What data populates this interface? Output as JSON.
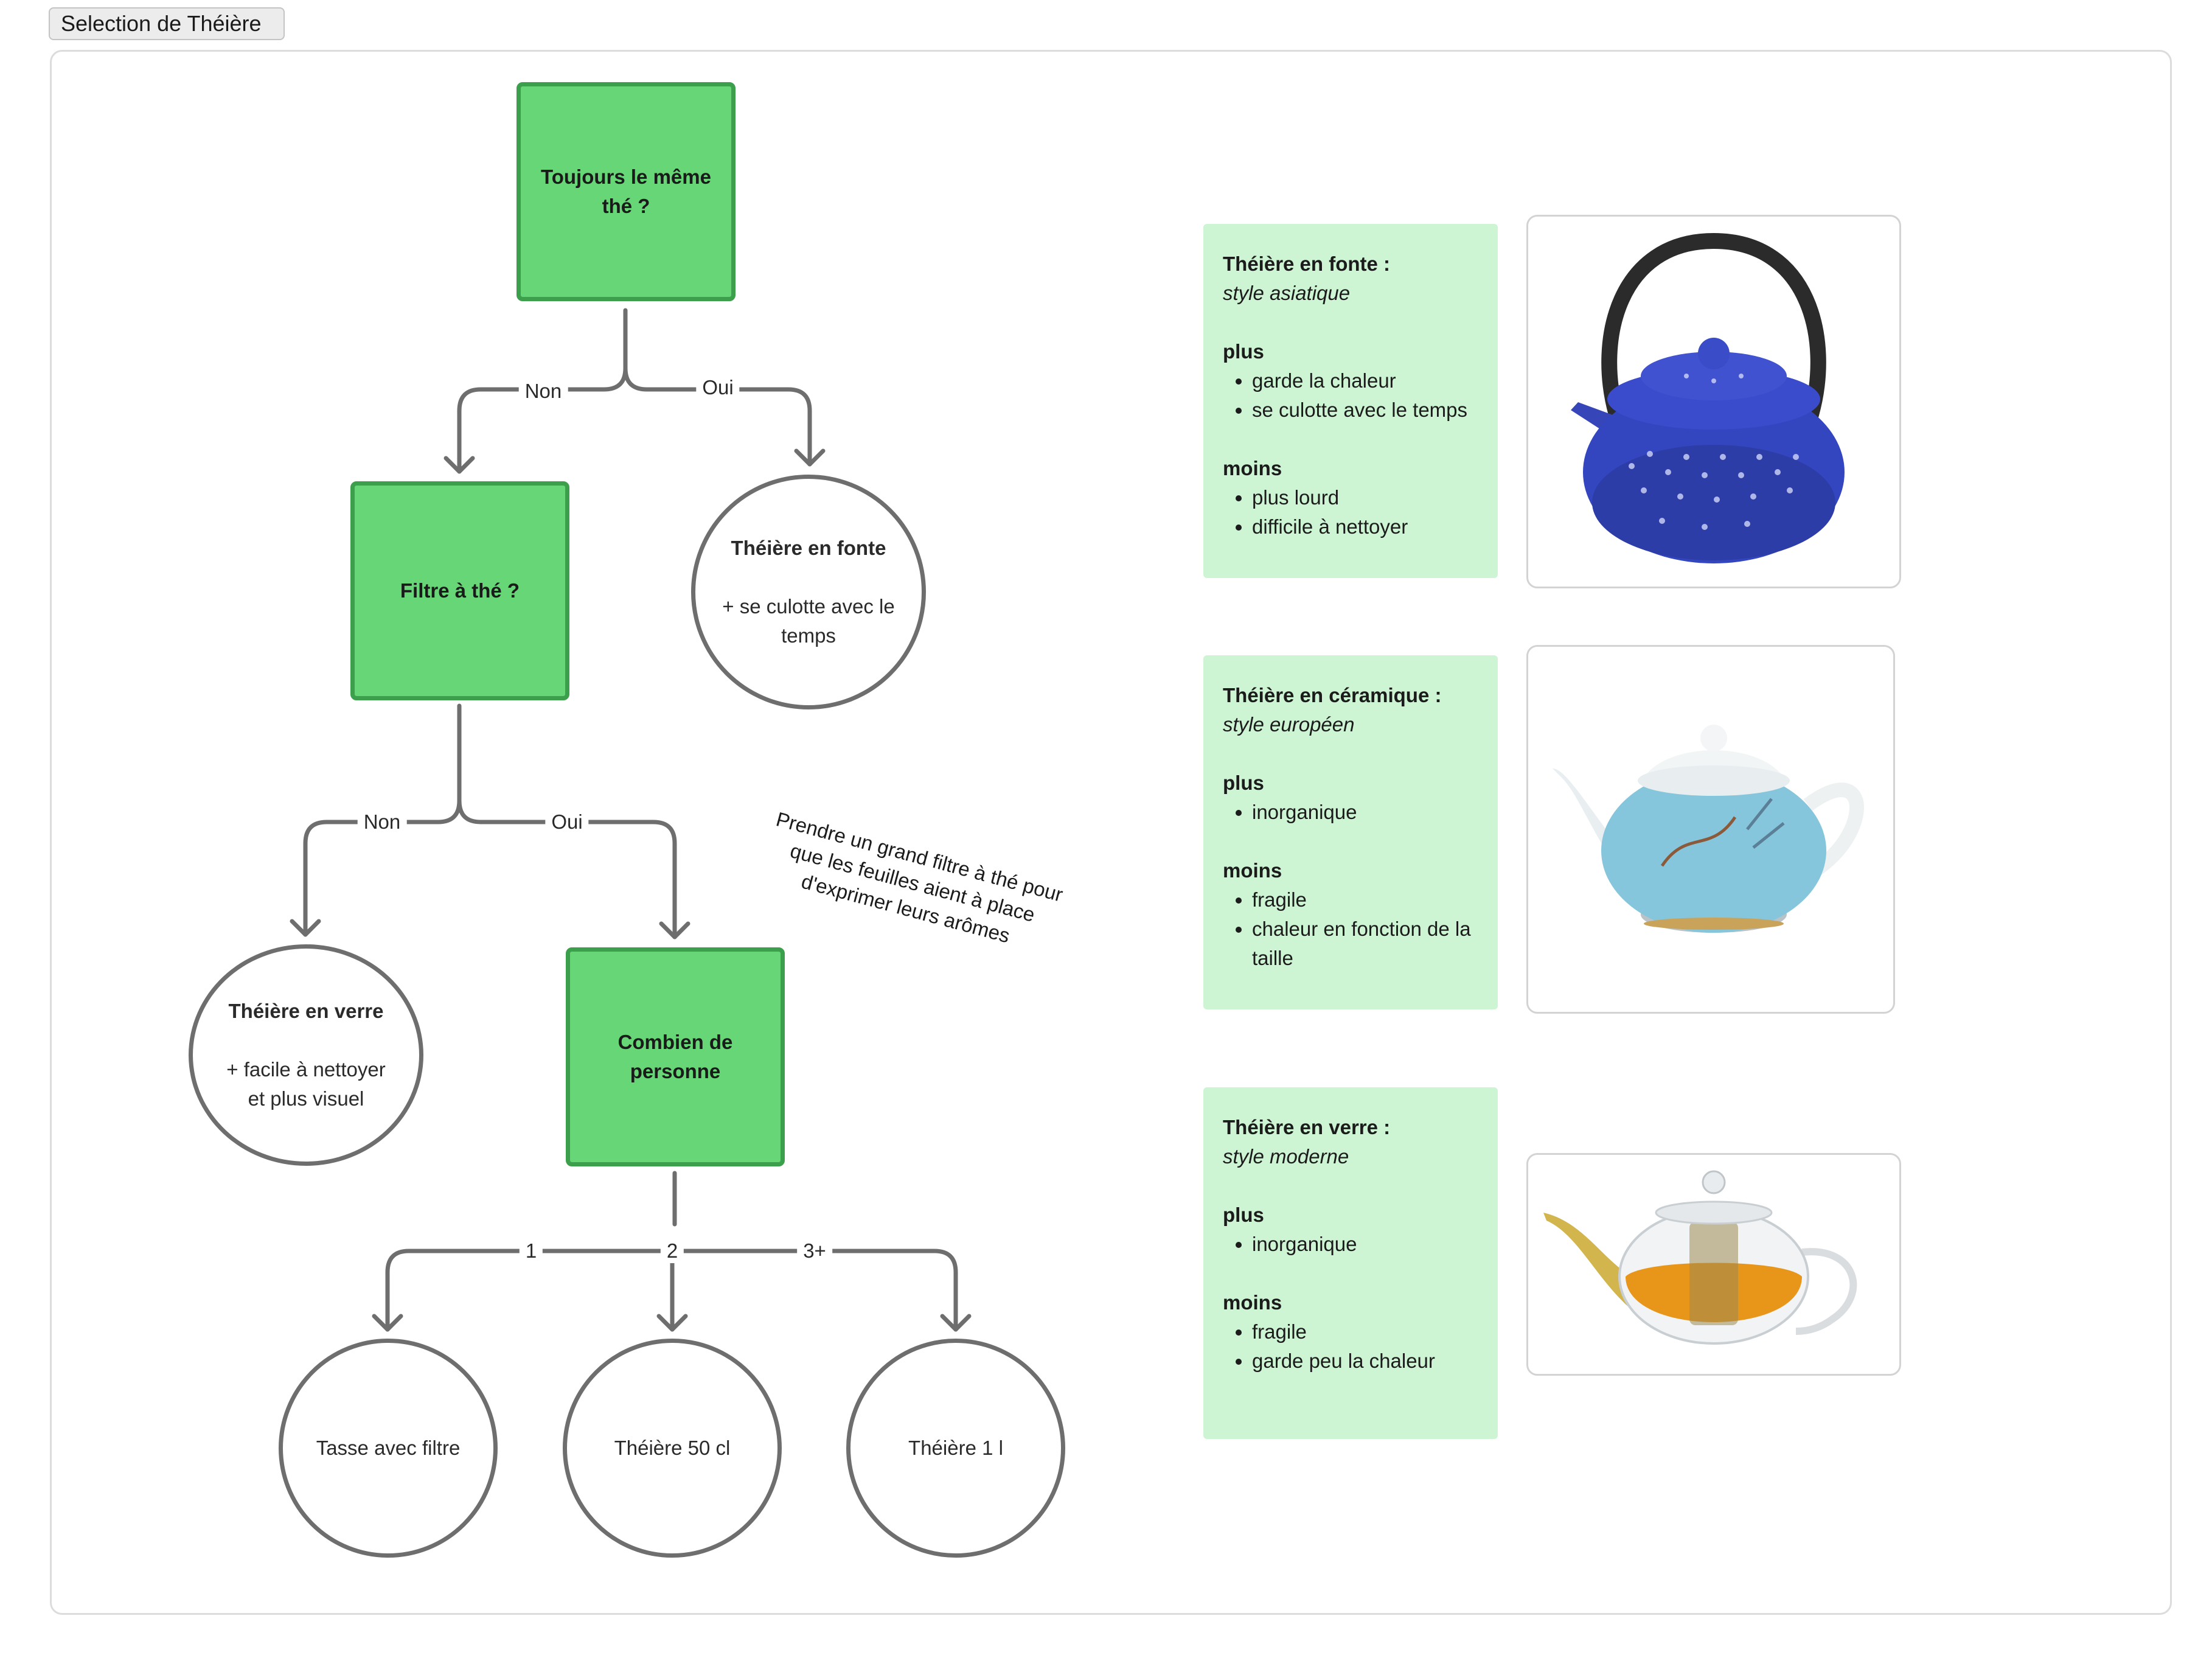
{
  "frame": {
    "title": "Selection de Théière"
  },
  "flow": {
    "q1": "Toujours le même thé ?",
    "q2": "Filtre à thé ?",
    "q3": "Combien de personne",
    "edges": {
      "q1_no": "Non",
      "q1_yes": "Oui",
      "q2_no": "Non",
      "q2_yes": "Oui",
      "q3_one": "1",
      "q3_two": "2",
      "q3_three": "3+"
    },
    "fonte": {
      "title": "Théière en fonte",
      "desc": "+ se culotte avec le temps"
    },
    "verre": {
      "title": "Théière en verre",
      "desc": "+ facile à nettoyer et plus visuel"
    },
    "tasse": "Tasse avec filtre",
    "t50": "Théière 50 cl",
    "t1l": "Théière 1 l",
    "note": "Prendre un grand filtre à thé pour que les feuilles aient à place d'exprimer leurs arômes"
  },
  "cards": [
    {
      "title": "Théière en fonte :",
      "style": "style asiatique",
      "plus_label": "plus",
      "plus": [
        "garde la chaleur",
        "se culotte avec le temps"
      ],
      "moins_label": "moins",
      "moins": [
        "plus lourd",
        "difficile à nettoyer"
      ]
    },
    {
      "title": "Théière en céramique  :",
      "style": "style européen",
      "plus_label": "plus",
      "plus": [
        "inorganique"
      ],
      "moins_label": "moins",
      "moins": [
        "fragile",
        "chaleur en fonction de la taille"
      ]
    },
    {
      "title": "Théière en verre  :",
      "style": "style moderne",
      "plus_label": "plus",
      "plus": [
        "inorganique"
      ],
      "moins_label": "moins",
      "moins": [
        "fragile",
        "garde peu la chaleur"
      ]
    }
  ],
  "colors": {
    "decision_fill": "#66d677",
    "decision_border": "#3c9f4b",
    "card_fill": "#cdf4d3",
    "connector": "#6e6e6e"
  }
}
